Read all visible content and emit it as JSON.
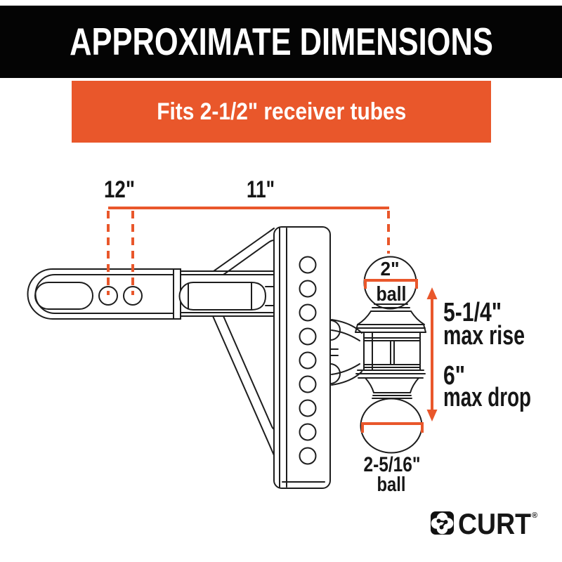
{
  "header": {
    "title": "APPROXIMATE DIMENSIONS",
    "bg_color": "#040404",
    "text_color": "#ffffff"
  },
  "banner": {
    "text": "Fits 2-1/2\" receiver tubes",
    "bg_color": "#E9572B",
    "text_color": "#ffffff"
  },
  "diagram": {
    "dim_shank": "12\"",
    "dim_length": "11\"",
    "ball_top_size": "2\"",
    "ball_top_word": "ball",
    "rise_value": "5-1/4\"",
    "rise_label": "max rise",
    "drop_value": "6\"",
    "drop_label": "max drop",
    "ball_bottom_size": "2-5/16\"",
    "ball_bottom_word": "ball",
    "accent_color": "#E9572B",
    "line_color": "#1d1d1d"
  },
  "footer": {
    "brand": "CURT",
    "registered_mark": "®"
  }
}
